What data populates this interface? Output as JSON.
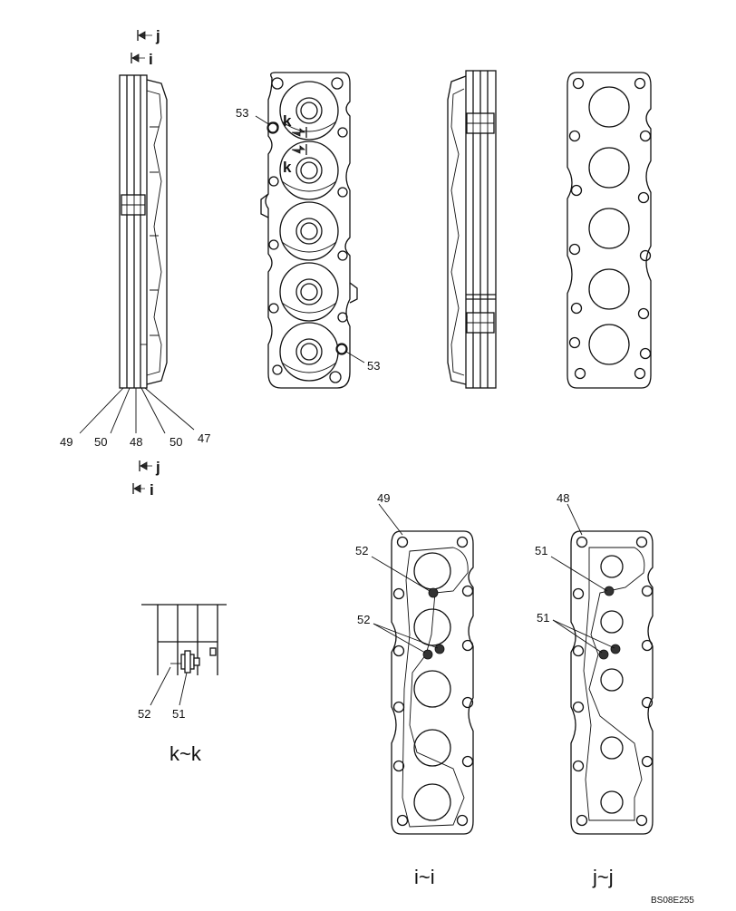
{
  "section_marks": {
    "j": "j",
    "i": "i",
    "k": "k"
  },
  "callouts": {
    "c47": "47",
    "c48a": "48",
    "c49a": "49",
    "c50a": "50",
    "c50b": "50",
    "c53a": "53",
    "c53b": "53",
    "c49b": "49",
    "c52a": "52",
    "c52b": "52",
    "c48b": "48",
    "c51a": "51",
    "c51b": "51",
    "c52c": "52",
    "c51c": "51"
  },
  "view_titles": {
    "kk": "k~k",
    "ii": "i~i",
    "jj": "j~j"
  },
  "drawing_code": "BS08E255"
}
